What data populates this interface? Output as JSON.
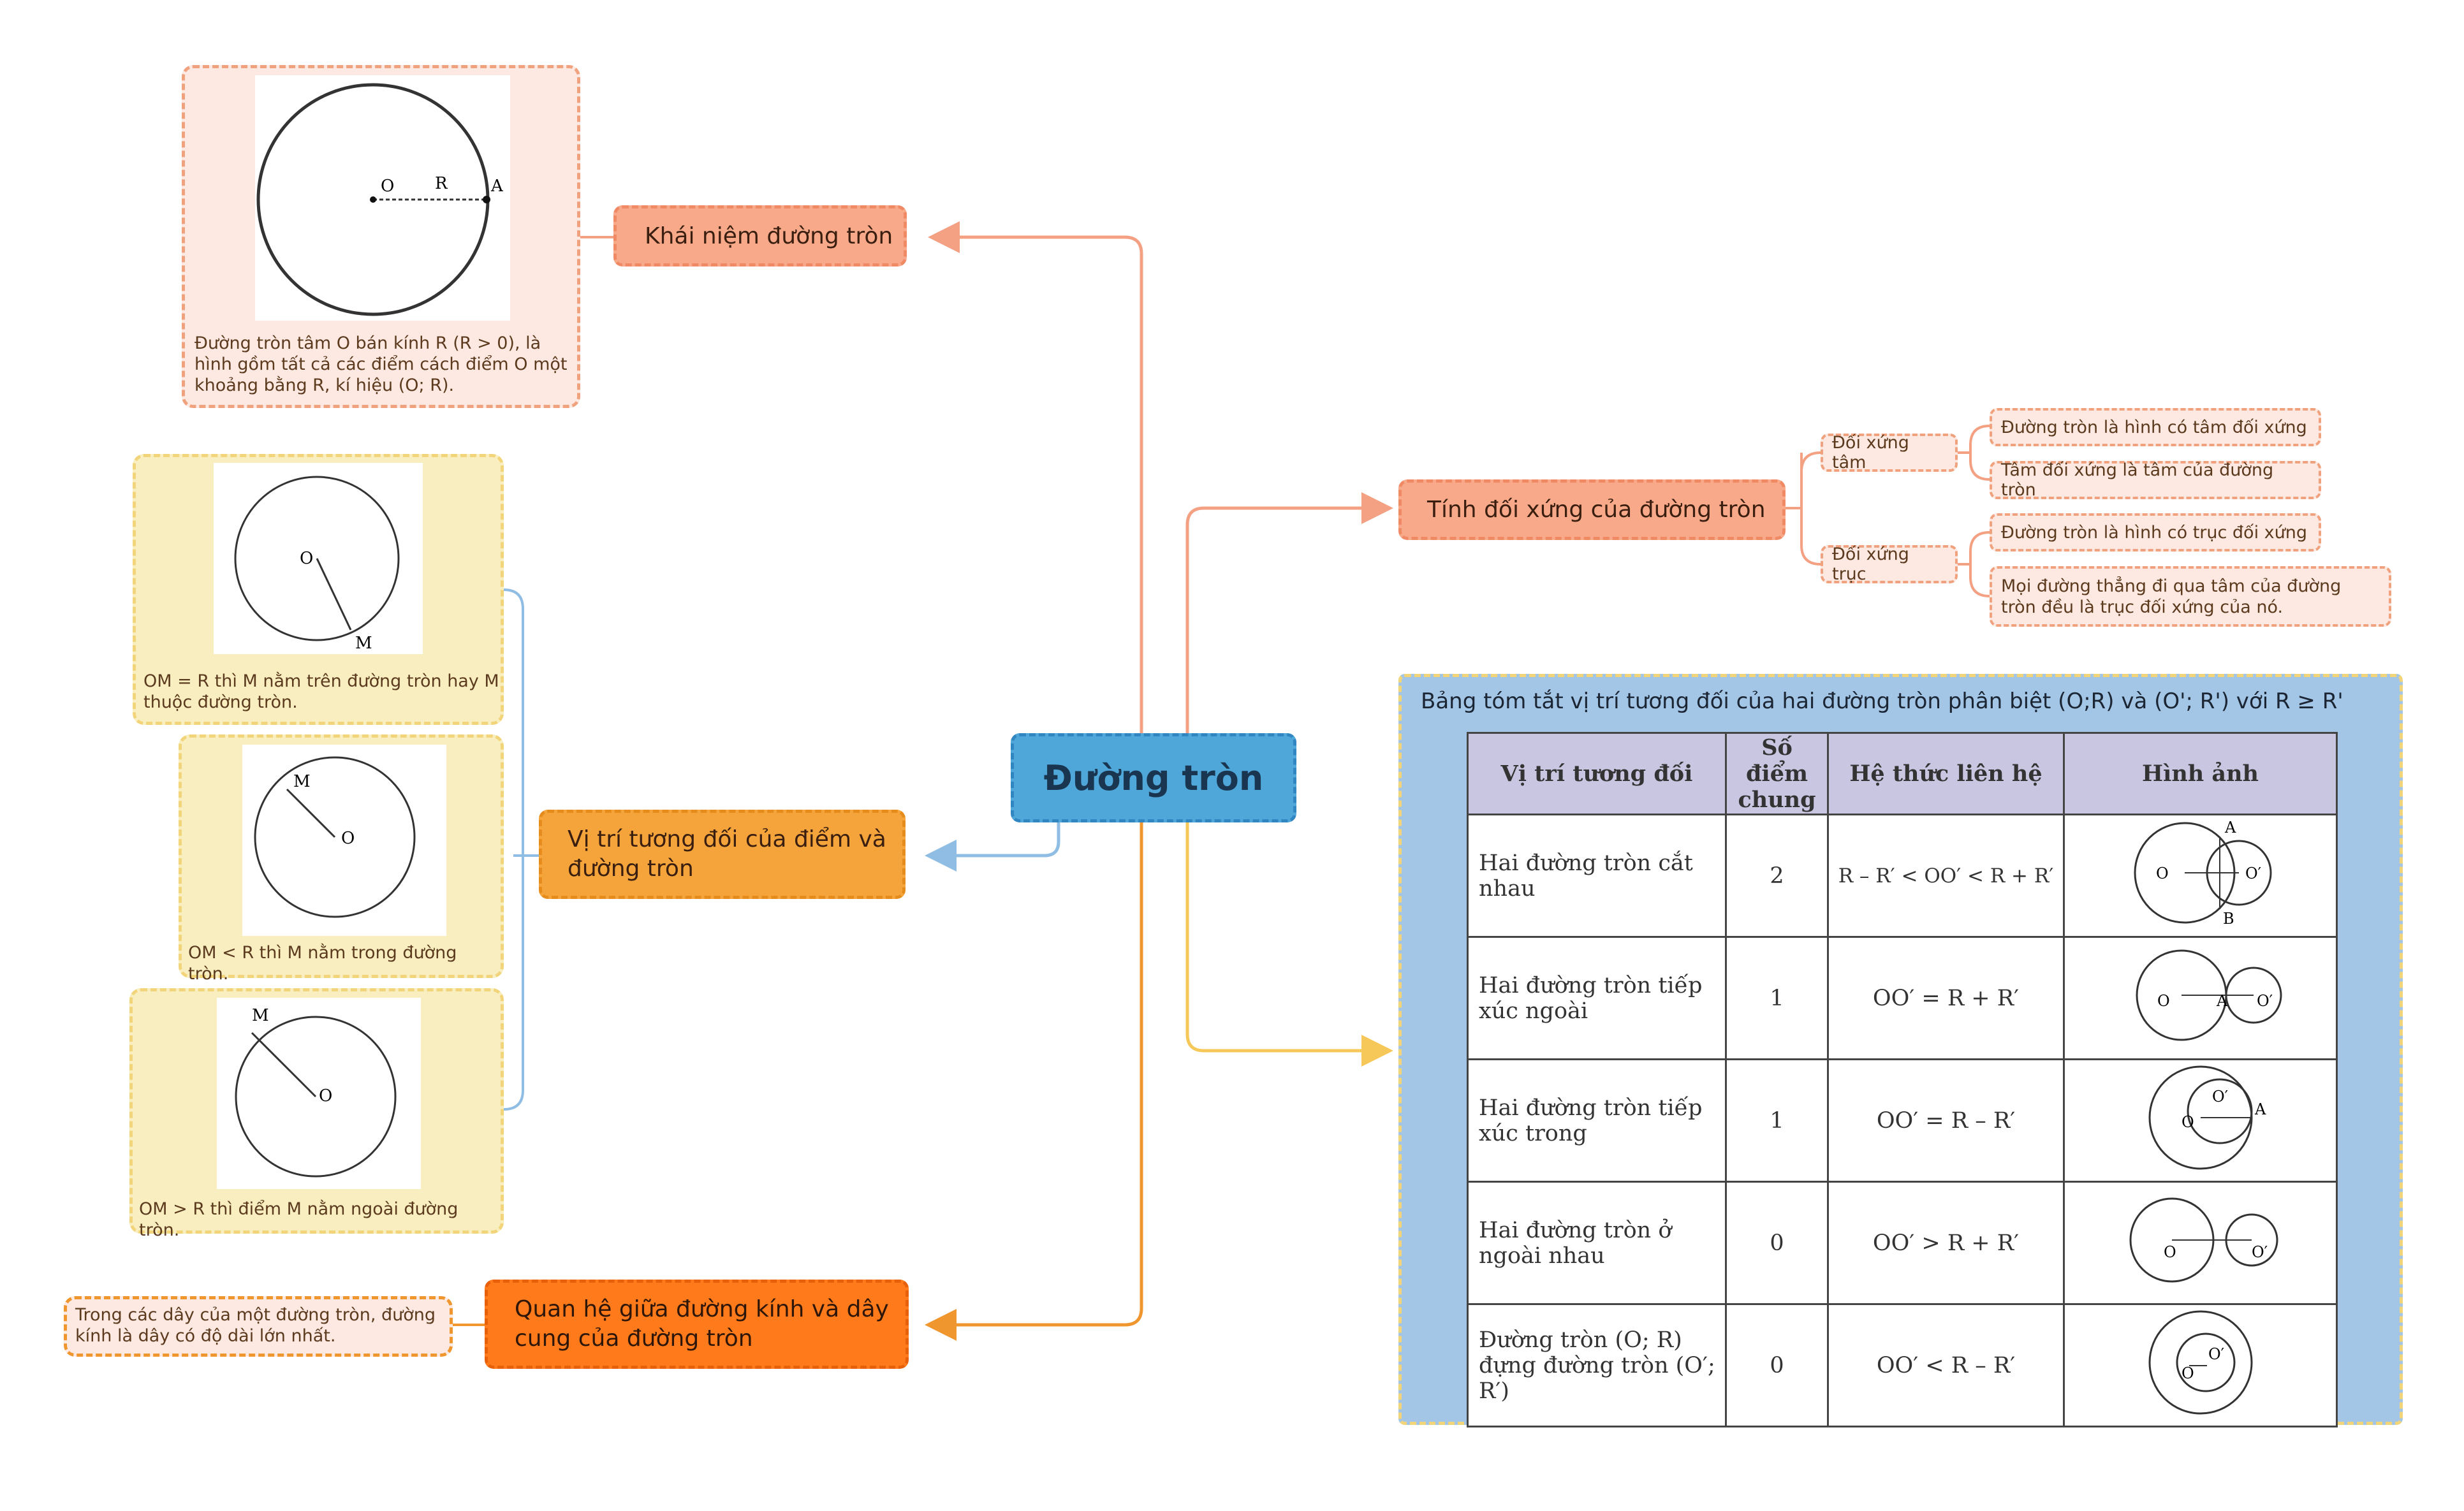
{
  "center": {
    "label": "Đường tròn"
  },
  "branches": {
    "concept": {
      "label": "Khái niệm đường tròn",
      "caption": "Đường tròn tâm O bán kính R (R > 0), là hình gồm tất cả các điểm cách điểm O một khoảng bằng R, kí hiệu (O; R).",
      "fig": {
        "o": "O",
        "r": "R",
        "a": "A"
      }
    },
    "position": {
      "label": "Vị trí tương đối của điểm và đường tròn",
      "cards": [
        {
          "caption": "OM = R thì M nằm trên đường tròn hay M thuộc đường tròn.",
          "o": "O",
          "m": "M"
        },
        {
          "caption": "OM < R thì M nằm trong đường tròn.",
          "o": "O",
          "m": "M"
        },
        {
          "caption": "OM > R thì điểm M nằm ngoài đường tròn.",
          "o": "O",
          "m": "M"
        }
      ]
    },
    "diameter": {
      "label": "Quan hệ giữa đường kính và dây cung của đường tròn",
      "caption": "Trong các dây của một đường tròn, đường kính là dây có độ dài lớn nhất."
    },
    "symmetry": {
      "label": "Tính đối xứng của đường tròn",
      "center_sym": {
        "label": "Đối xứng tâm",
        "items": [
          "Đường tròn là hình có tâm đối xứng",
          "Tâm đối xứng là tâm của đường tròn"
        ]
      },
      "axis_sym": {
        "label": "Đối xứng trục",
        "items": [
          "Đường tròn là hình có trục đối xứng",
          "Mọi đường thẳng đi qua tâm của đường tròn đều là trục đối xứng của nó."
        ]
      }
    },
    "table": {
      "title": "Bảng tóm tắt vị trí tương đối của hai đường tròn phân biệt (O;R) và (O'; R') với R ≥ R'",
      "headers": [
        "Vị trí tương đối",
        "Số điểm chung",
        "Hệ thức liên hệ",
        "Hình ảnh"
      ],
      "rows": [
        {
          "position": "Hai đường tròn cắt nhau",
          "points": "2",
          "relation": "R – R′ < OO′ < R + R′"
        },
        {
          "position": "Hai đường tròn tiếp xúc ngoài",
          "points": "1",
          "relation": "OO′ = R + R′"
        },
        {
          "position": "Hai đường tròn tiếp xúc trong",
          "points": "1",
          "relation": "OO′ = R – R′"
        },
        {
          "position": "Hai đường tròn ở ngoài nhau",
          "points": "0",
          "relation": "OO′ > R + R′"
        },
        {
          "position": "Đường tròn (O; R) đựng đường tròn (O′; R′)",
          "points": "0",
          "relation": "OO′ < R – R′"
        }
      ],
      "fig_labels": {
        "o": "O",
        "o2": "O′",
        "a": "A",
        "b": "B"
      }
    }
  },
  "colors": {
    "center": "#4fa7d9",
    "concept": "#f8a98a",
    "position": "#f4a43a",
    "diameter": "#ff7a1a",
    "symmetry": "#f8a98a",
    "table_bg": "#a3c6e6"
  }
}
